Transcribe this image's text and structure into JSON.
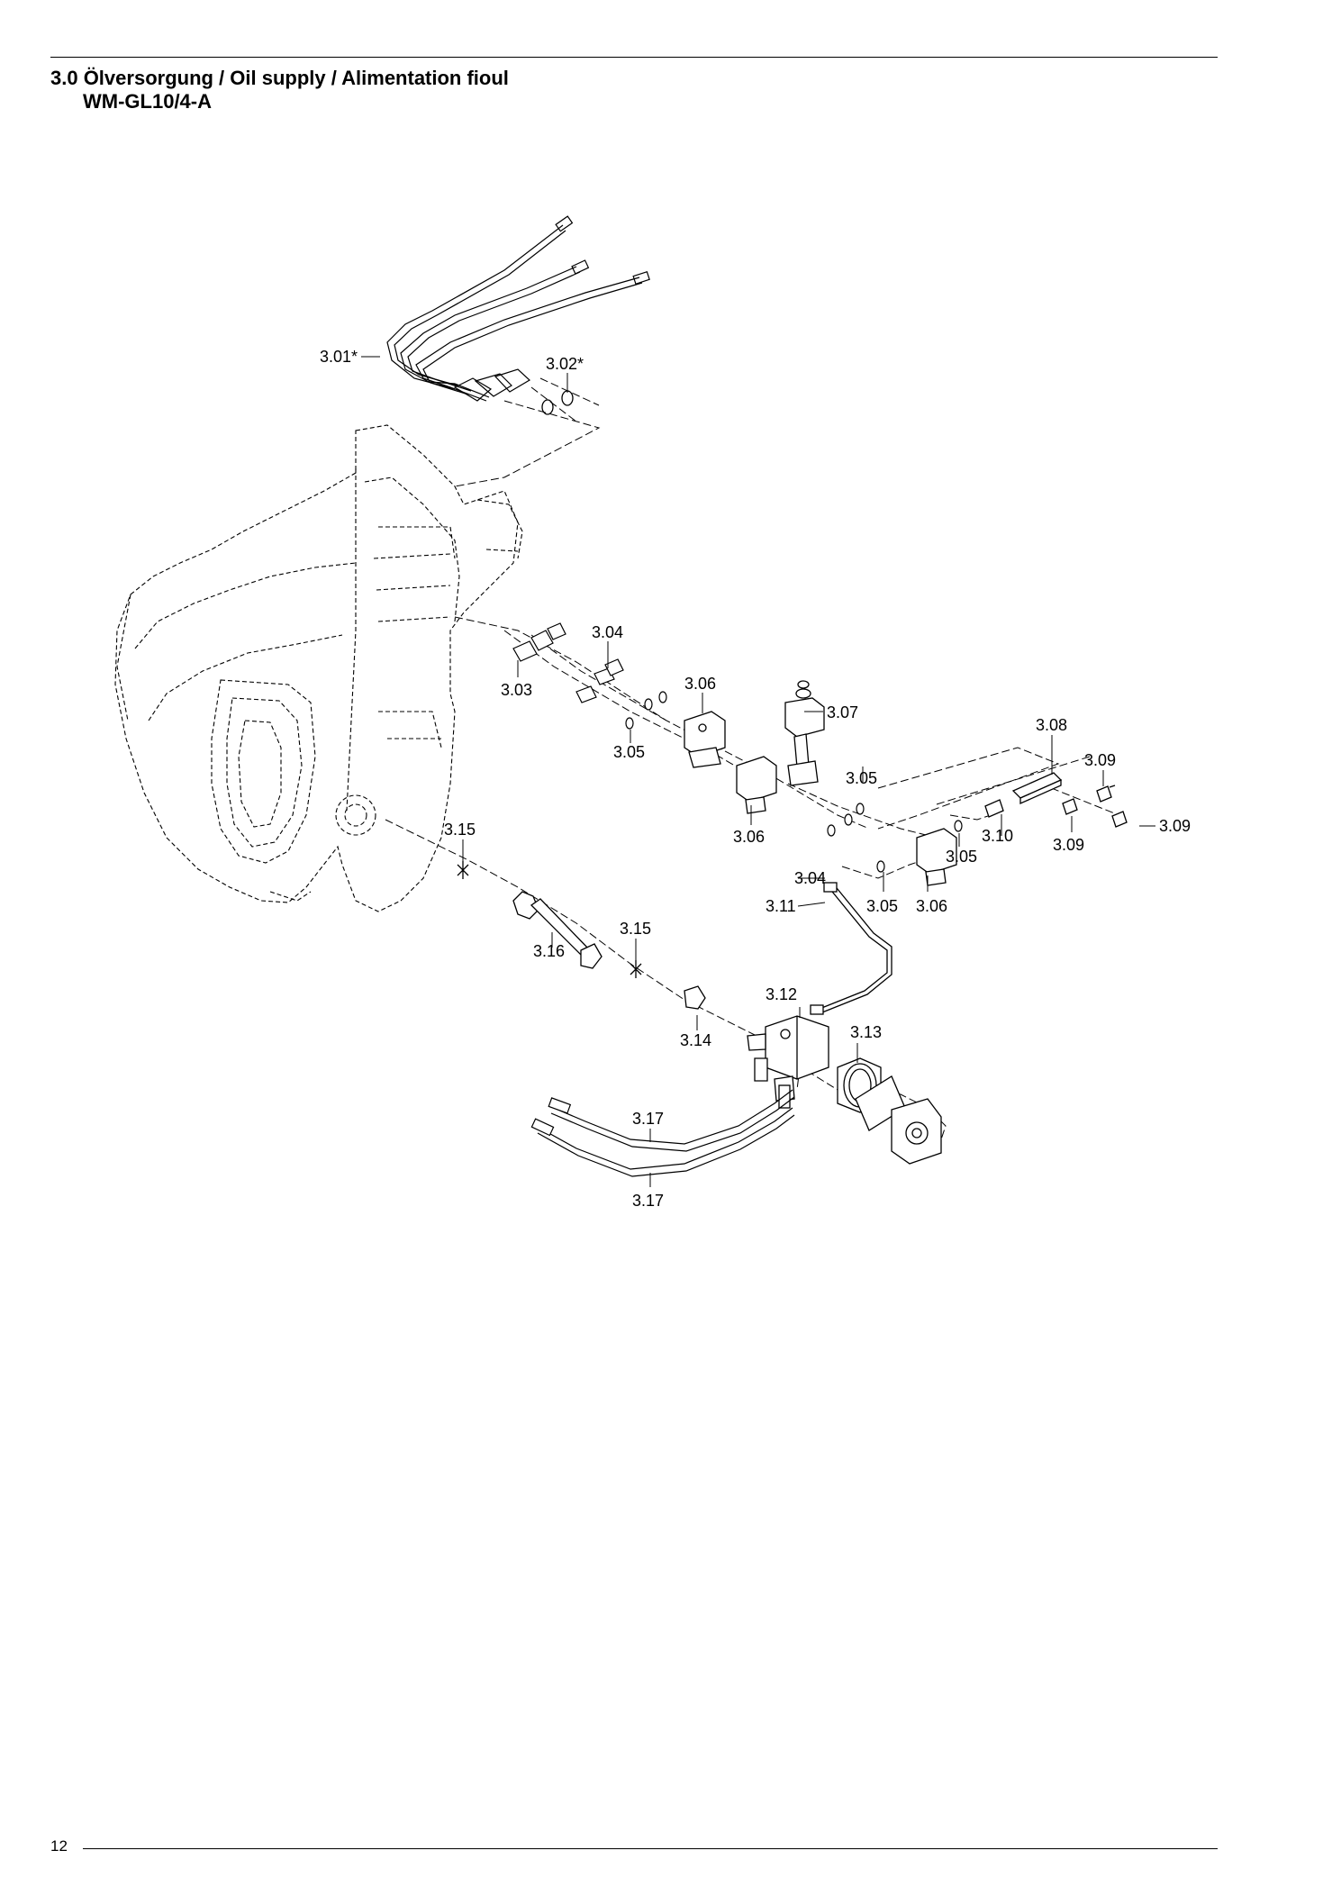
{
  "header": {
    "title": "3.0 Ölversorgung / Oil supply / Alimentation fioul",
    "subtitle": "WM-GL10/4-A"
  },
  "footer": {
    "page_number": "12"
  },
  "diagram": {
    "type": "exploded-parts-drawing",
    "part_labels": {
      "p301": "3.01*",
      "p302": "3.02*",
      "p303": "3.03",
      "p304a": "3.04",
      "p304b": "3.04",
      "p305a": "3.05",
      "p305b": "3.05",
      "p305c": "3.05",
      "p305d": "3.05",
      "p306a": "3.06",
      "p306b": "3.06",
      "p306c": "3.06",
      "p307": "3.07",
      "p308": "3.08",
      "p309a": "3.09",
      "p309b": "3.09",
      "p309c": "3.09",
      "p310": "3.10",
      "p311": "3.11",
      "p312": "3.12",
      "p313": "3.13",
      "p314": "3.14",
      "p315a": "3.15",
      "p315b": "3.15",
      "p316": "3.16",
      "p317a": "3.17",
      "p317b": "3.17"
    }
  }
}
